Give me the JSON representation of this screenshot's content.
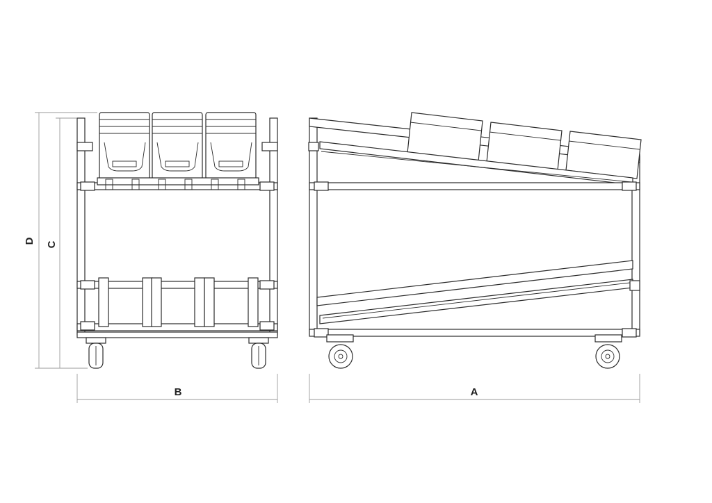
{
  "dimension_labels": {
    "length": "A",
    "width": "B",
    "height_frame": "C",
    "height_total": "D"
  },
  "colors": {
    "line": "#2b2b2b",
    "dimension_line": "#9a9a9a",
    "background": "#ffffff"
  }
}
